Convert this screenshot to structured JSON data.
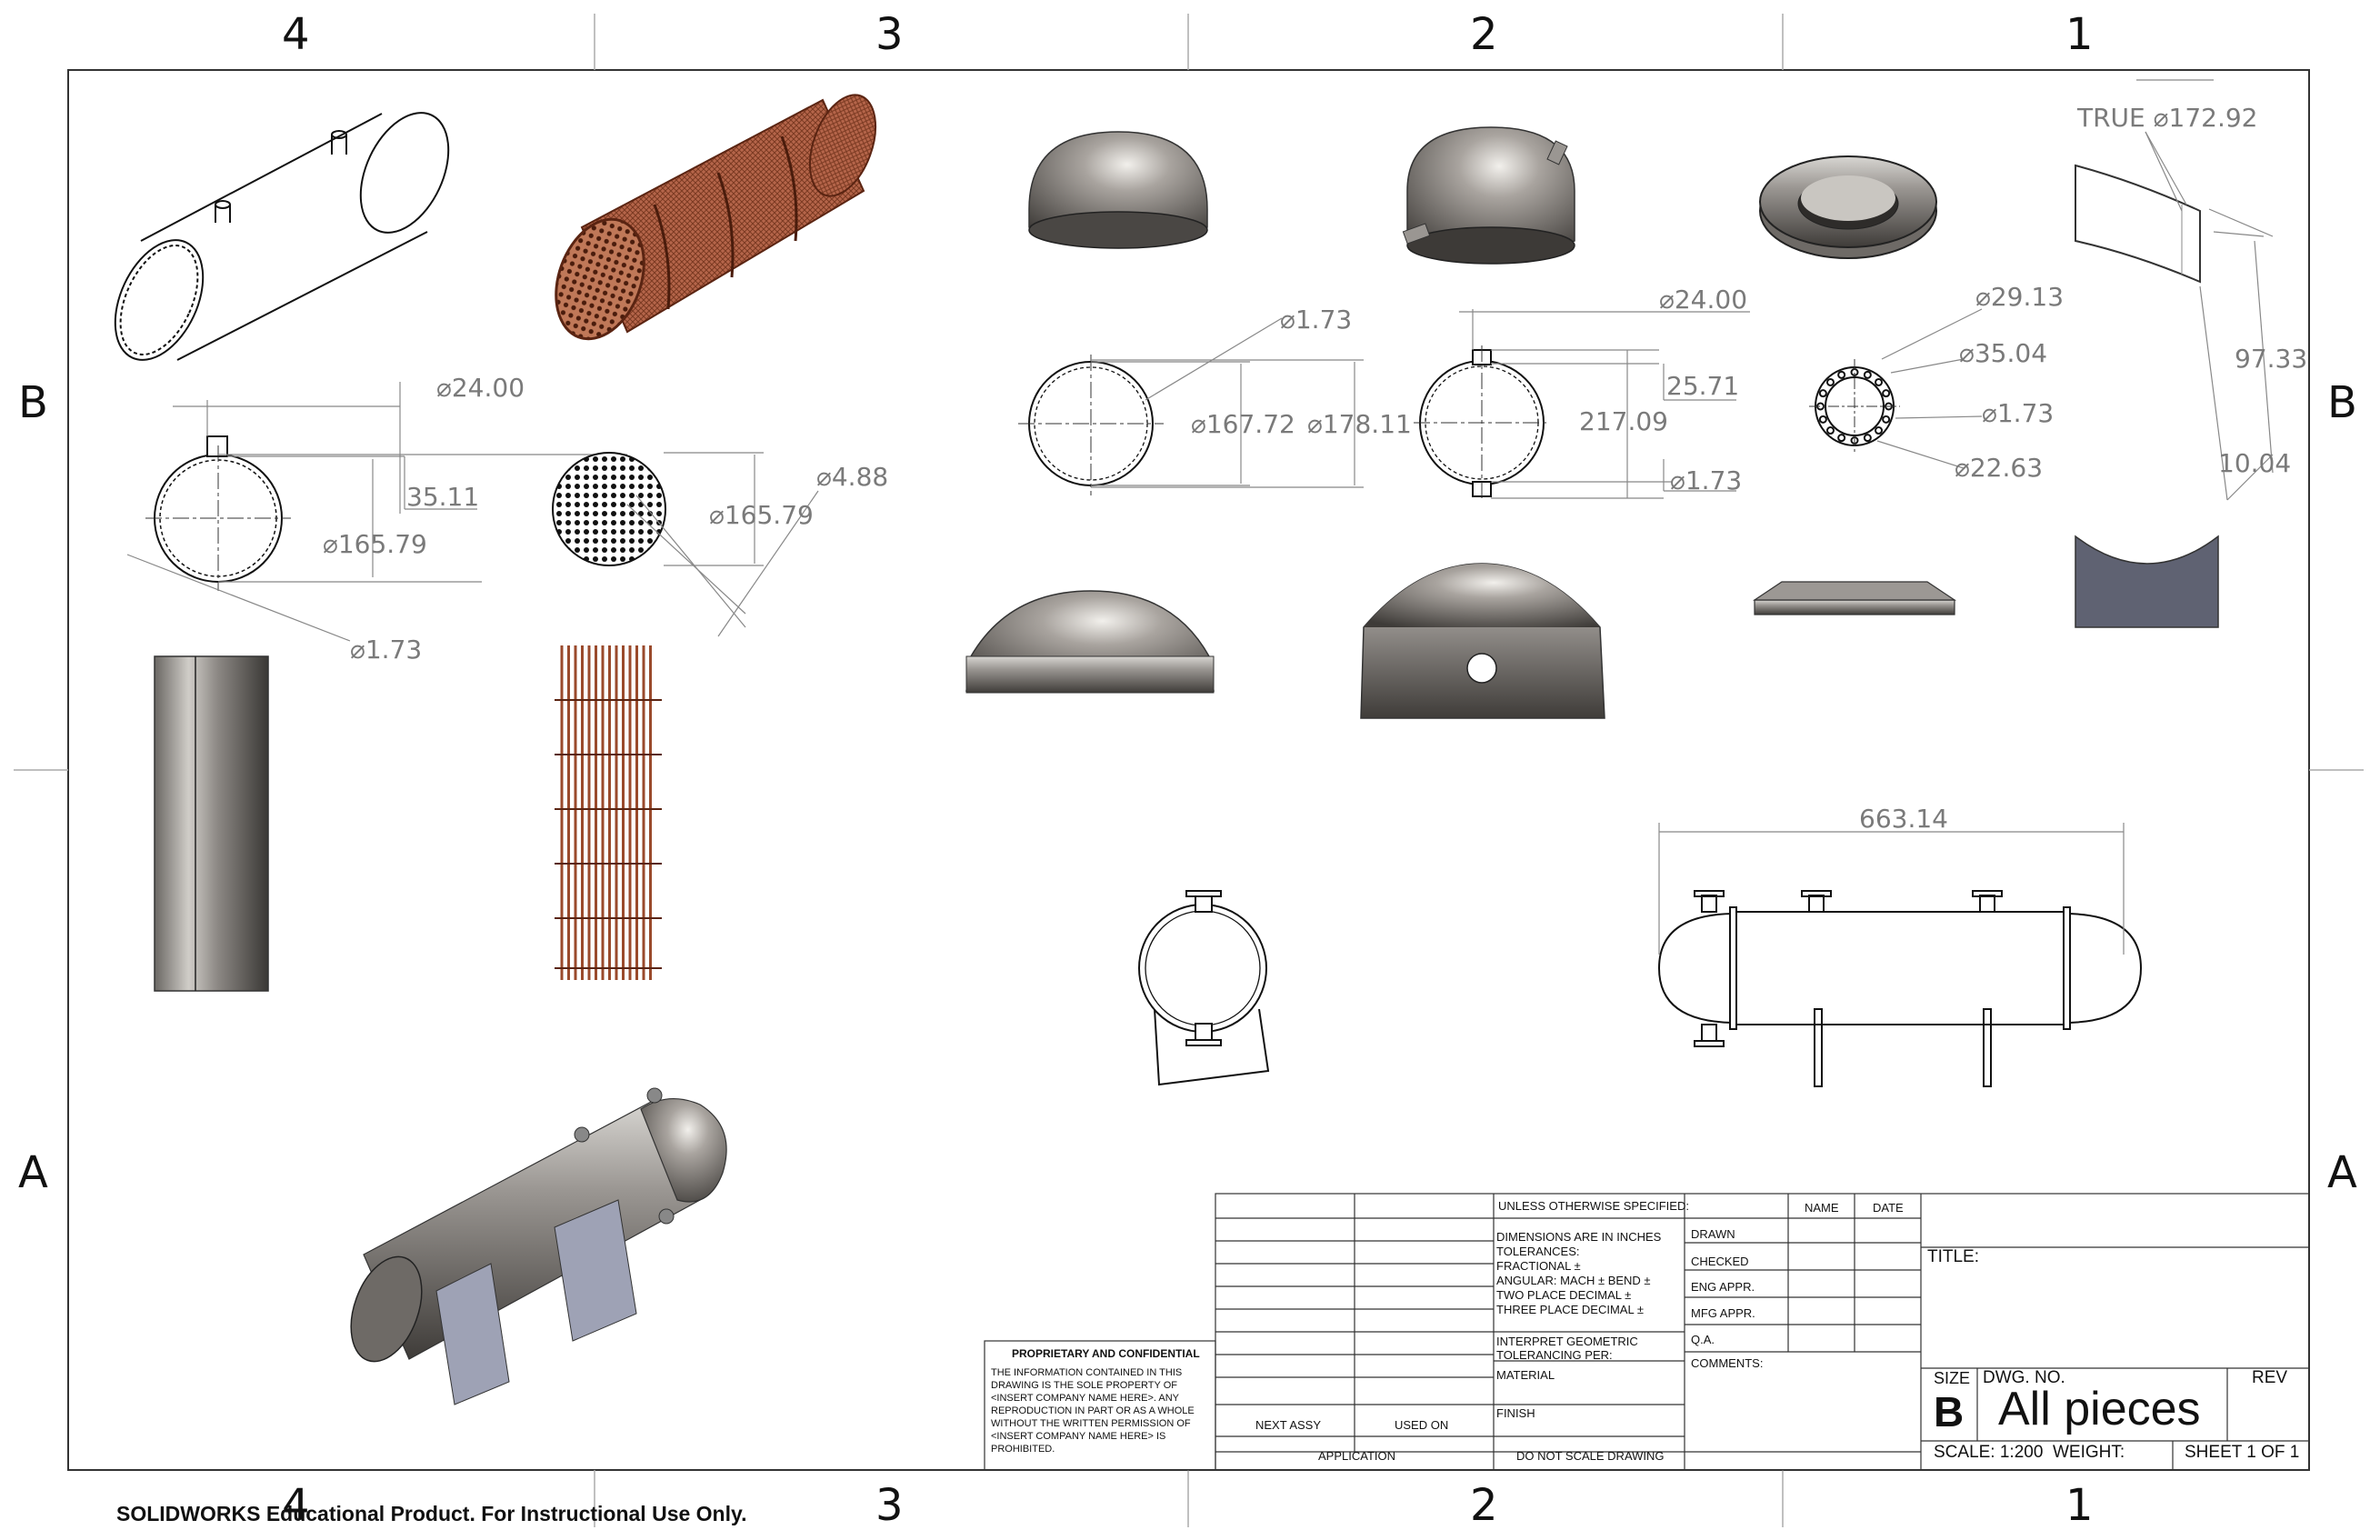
{
  "border": {
    "top_zones": [
      "4",
      "3",
      "2",
      "1"
    ],
    "bottom_zones": [
      "4",
      "3",
      "2",
      "1"
    ],
    "left_zones": [
      "B",
      "A"
    ],
    "right_zones": [
      "B",
      "A"
    ]
  },
  "dimensions": {
    "shell_nozzle_dia": "24.00",
    "shell_offset": "35.11",
    "shell_dia": "165.79",
    "shell_thickness": "1.73",
    "tubesheet_dia": "165.79",
    "tube_hole_dia": "4.88",
    "head1_thickness": "1.73",
    "head1_inner_dia": "167.72",
    "head1_outer_dia": "178.11",
    "head2_nozzle_dia": "24.00",
    "head2_offset": "25.71",
    "head2_dia": "217.09",
    "head2_thickness": "1.73",
    "flange_bolt_circle": "29.13",
    "flange_outer_dia": "35.04",
    "flange_thickness": "1.73",
    "flange_inner_dia": "22.63",
    "saddle_true_label": "TRUE",
    "saddle_radius": "172.92",
    "saddle_height": "97.33",
    "saddle_thickness": "10.04",
    "assembly_length": "663.14"
  },
  "title_block": {
    "unless_specified": "UNLESS OTHERWISE SPECIFIED:",
    "name_hdr": "NAME",
    "date_hdr": "DATE",
    "dims_in_inches": "DIMENSIONS ARE IN INCHES",
    "tolerances": "TOLERANCES:",
    "fractional": "FRACTIONAL ±",
    "angular": "ANGULAR: MACH ±     BEND ±",
    "two_place": "TWO PLACE DECIMAL   ±",
    "three_place": "THREE PLACE DECIMAL  ±",
    "interpret1": "INTERPRET GEOMETRIC",
    "interpret2": "TOLERANCING PER:",
    "material": "MATERIAL",
    "finish": "FINISH",
    "do_not_scale": "DO NOT SCALE DRAWING",
    "drawn": "DRAWN",
    "checked": "CHECKED",
    "eng_appr": "ENG APPR.",
    "mfg_appr": "MFG APPR.",
    "qa": "Q.A.",
    "comments": "COMMENTS:",
    "title_label": "TITLE:",
    "size_label": "SIZE",
    "size_value": "B",
    "dwg_no_label": "DWG.  NO.",
    "dwg_no_value": "All pieces",
    "rev_label": "REV",
    "scale": "SCALE: 1:200",
    "weight": "WEIGHT:",
    "sheet": "SHEET 1 OF 1",
    "next_assy": "NEXT ASSY",
    "used_on": "USED ON",
    "application": "APPLICATION",
    "proprietary_title": "PROPRIETARY AND CONFIDENTIAL",
    "proprietary_body": "THE INFORMATION CONTAINED IN THIS DRAWING IS THE SOLE PROPERTY OF <INSERT COMPANY NAME HERE>. ANY REPRODUCTION IN PART OR AS A WHOLE WITHOUT THE WRITTEN PERMISSION OF <INSERT COMPANY NAME HERE> IS PROHIBITED."
  },
  "watermark": "SOLIDWORKS Educational Product. For Instructional Use Only.",
  "colors": {
    "copper": "#b5654a",
    "steel": "#8a8580",
    "saddle": "#7c7f8e",
    "dimension": "#7a7a7a"
  }
}
